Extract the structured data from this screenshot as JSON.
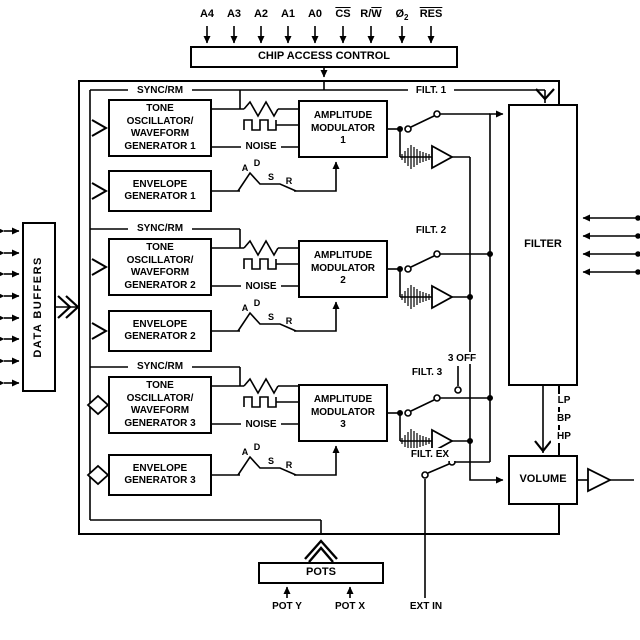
{
  "colors": {
    "ink": "#000000",
    "paper": "#ffffff"
  },
  "pins": [
    {
      "pre": "A4",
      "over": "",
      "sub": ""
    },
    {
      "pre": "A3",
      "over": "",
      "sub": ""
    },
    {
      "pre": "A2",
      "over": "",
      "sub": ""
    },
    {
      "pre": "A1",
      "over": "",
      "sub": ""
    },
    {
      "pre": "A0",
      "over": "",
      "sub": ""
    },
    {
      "pre": "",
      "over": "CS",
      "sub": ""
    },
    {
      "pre": "R/",
      "over": "W",
      "sub": ""
    },
    {
      "pre": "Ø",
      "over": "",
      "sub": "2"
    },
    {
      "pre": "",
      "over": "RES",
      "sub": ""
    }
  ],
  "chip_access_control": {
    "label": "CHIP ACCESS CONTROL"
  },
  "data_buffers": {
    "label": "DATA BUFFERS"
  },
  "voices": [
    {
      "sync_label": "SYNC/RM",
      "oscillator_label": "TONE\nOSCILLATOR/\nWAVEFORM\nGENERATOR 1",
      "envelope_label": "ENVELOPE\nGENERATOR 1",
      "modulator_label": "AMPLITUDE\nMODULATOR\n1",
      "noise_label": "NOISE",
      "filter_switch_label": "FILT. 1",
      "adsr": {
        "a": "A",
        "d": "D",
        "s": "S",
        "r": "R"
      }
    },
    {
      "sync_label": "SYNC/RM",
      "oscillator_label": "TONE\nOSCILLATOR/\nWAVEFORM\nGENERATOR 2",
      "envelope_label": "ENVELOPE\nGENERATOR 2",
      "modulator_label": "AMPLITUDE\nMODULATOR\n2",
      "noise_label": "NOISE",
      "filter_switch_label": "FILT. 2",
      "adsr": {
        "a": "A",
        "d": "D",
        "s": "S",
        "r": "R"
      }
    },
    {
      "sync_label": "SYNC/RM",
      "oscillator_label": "TONE\nOSCILLATOR/\nWAVEFORM\nGENERATOR 3",
      "envelope_label": "ENVELOPE\nGENERATOR 3",
      "modulator_label": "AMPLITUDE\nMODULATOR\n3",
      "noise_label": "NOISE",
      "filter_switch_label": "FILT. 3",
      "off_label": "3 OFF",
      "adsr": {
        "a": "A",
        "d": "D",
        "s": "S",
        "r": "R"
      }
    }
  ],
  "filter": {
    "label": "FILTER",
    "outputs": [
      "LP",
      "BP",
      "HP"
    ]
  },
  "volume": {
    "label": "VOLUME"
  },
  "external": {
    "filter_switch_label": "FILT. EX",
    "ext_in_label": "EXT IN"
  },
  "pots": {
    "label": "POTS",
    "pot_y_label": "POT Y",
    "pot_x_label": "POT X"
  }
}
